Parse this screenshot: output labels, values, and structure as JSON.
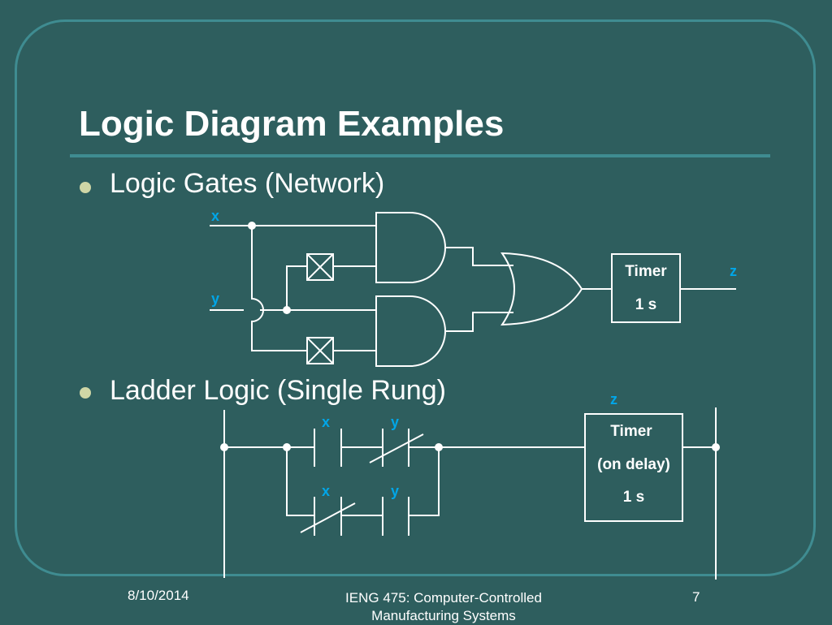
{
  "slide": {
    "title": "Logic Diagram Examples",
    "bullets": [
      "Logic Gates (Network)",
      "Ladder Logic (Single Rung)"
    ],
    "footer": {
      "date": "8/10/2014",
      "course": "IENG 475: Computer-Controlled Manufacturing Systems",
      "page": "7"
    }
  },
  "gates_diagram": {
    "input_x": "x",
    "input_y": "y",
    "output": "z",
    "timer_label": "Timer",
    "timer_value": "1 s"
  },
  "ladder_diagram": {
    "coil_label": "z",
    "branch1_contact1": "x",
    "branch1_contact2": "y",
    "branch2_contact1": "x",
    "branch2_contact2": "y",
    "timer_label": "Timer",
    "timer_mode": "(on delay)",
    "timer_value": "1 s"
  },
  "colors": {
    "background": "#2e5e5e",
    "accent": "#3f8c91",
    "label": "#00a6e8",
    "line": "#ffffff"
  }
}
